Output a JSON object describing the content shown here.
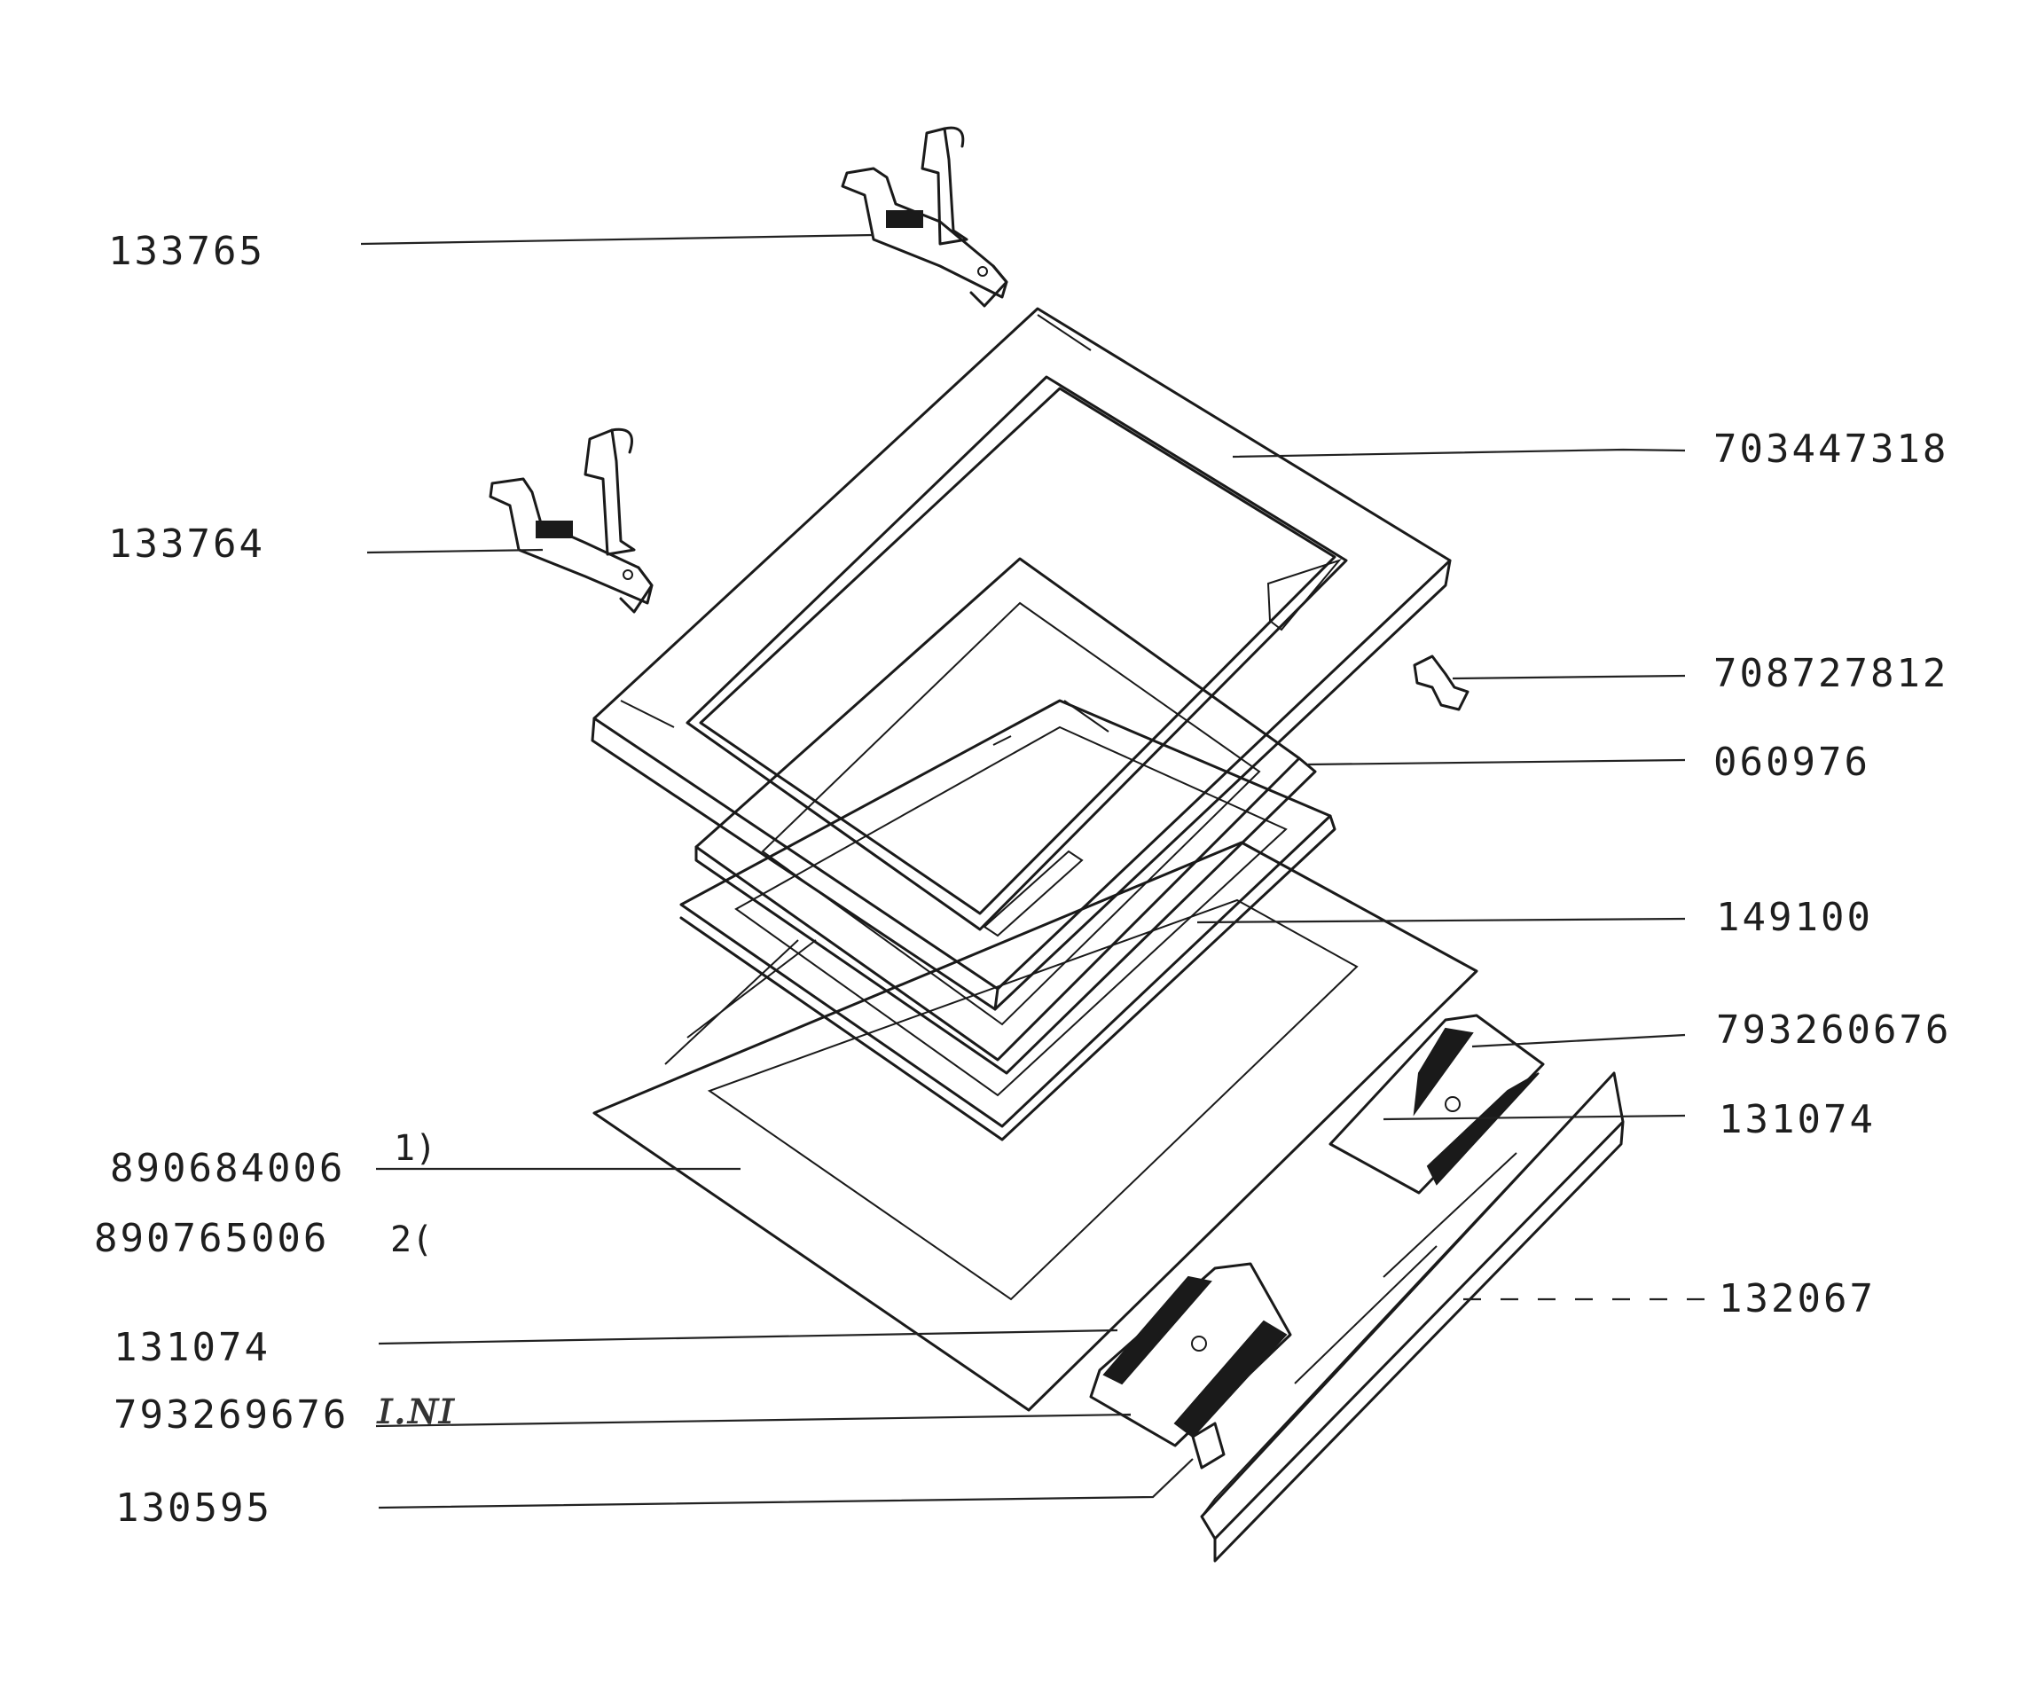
{
  "labels": {
    "p133765": "133765",
    "p133764": "133764",
    "p703447318": "703447318",
    "p708727812": "708727812",
    "p060976": "060976",
    "p149100": "149100",
    "p793260676": "793260676",
    "p131074_right": "131074",
    "p890684006": "890684006",
    "p890684006_note": "1)",
    "p890765006": "890765006",
    "p890765006_note": "2(",
    "p132067": "132067",
    "p131074_left": "131074",
    "p793269676": "793269676",
    "p130595": "130595"
  },
  "annotation": "ɪ.ɴɪ"
}
